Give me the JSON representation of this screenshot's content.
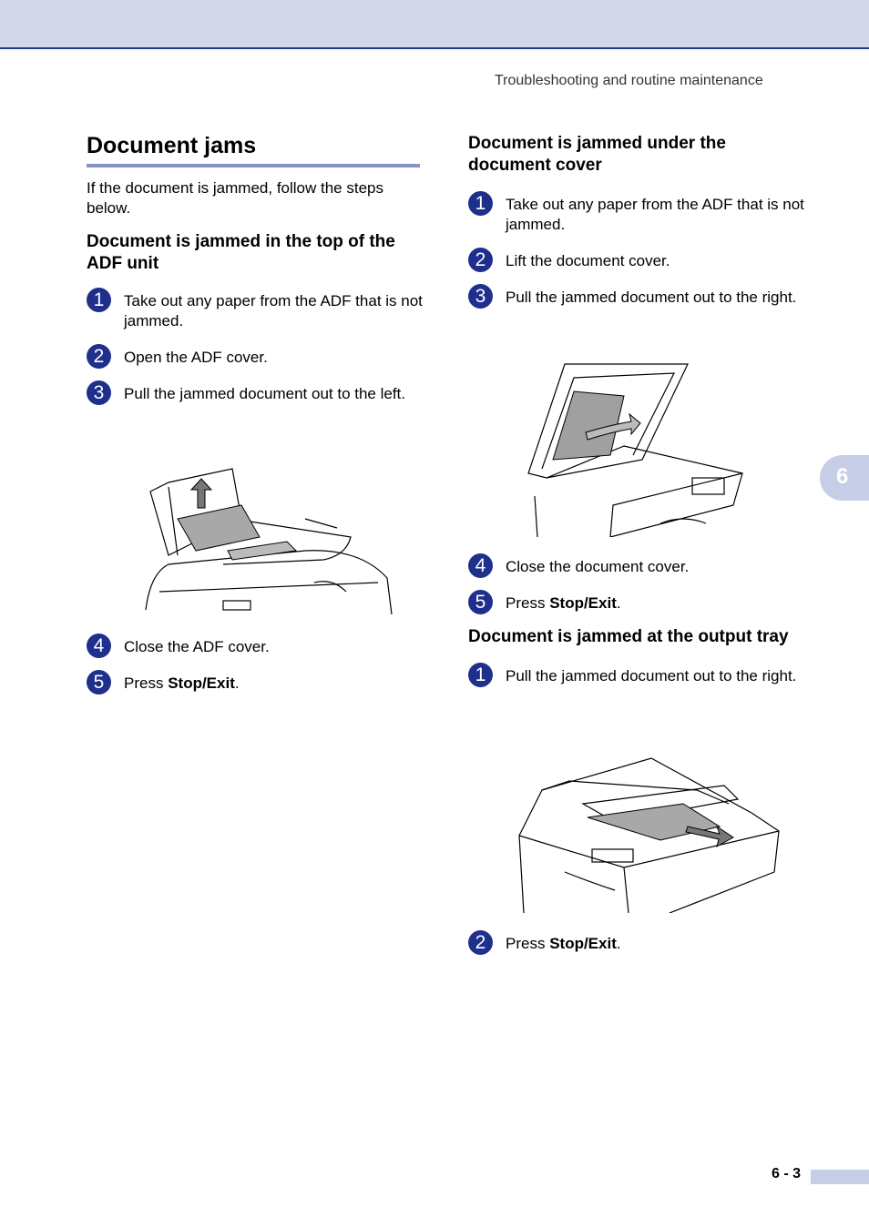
{
  "header": {
    "section_title": "Troubleshooting and routine maintenance"
  },
  "side_tab": {
    "chapter": "6"
  },
  "footer": {
    "page_number": "6 - 3"
  },
  "left": {
    "title": "Document jams",
    "intro": "If the document is jammed, follow the steps below.",
    "subsection": {
      "heading": "Document is jammed in the top of the ADF unit",
      "steps_before": [
        {
          "num": "1",
          "text": "Take out any paper from the ADF that is not jammed."
        },
        {
          "num": "2",
          "text": "Open the ADF cover."
        },
        {
          "num": "3",
          "text": "Pull the jammed document out to the left."
        }
      ],
      "steps_after": [
        {
          "num": "4",
          "text": "Close the ADF cover."
        },
        {
          "num": "5",
          "text_prefix": "Press ",
          "text_bold": "Stop/Exit",
          "text_suffix": "."
        }
      ]
    }
  },
  "right": {
    "section1": {
      "heading": "Document is jammed under the document cover",
      "steps_before": [
        {
          "num": "1",
          "text": "Take out any paper from the ADF that is not jammed."
        },
        {
          "num": "2",
          "text": "Lift the document cover."
        },
        {
          "num": "3",
          "text": "Pull the jammed document out to the right."
        }
      ],
      "steps_after": [
        {
          "num": "4",
          "text": "Close the document cover."
        },
        {
          "num": "5",
          "text_prefix": "Press ",
          "text_bold": "Stop/Exit",
          "text_suffix": "."
        }
      ]
    },
    "section2": {
      "heading": "Document is jammed at the output tray",
      "steps_before": [
        {
          "num": "1",
          "text": "Pull the jammed document out to the right."
        }
      ],
      "steps_after": [
        {
          "num": "2",
          "text_prefix": "Press ",
          "text_bold": "Stop/Exit",
          "text_suffix": "."
        }
      ]
    }
  }
}
